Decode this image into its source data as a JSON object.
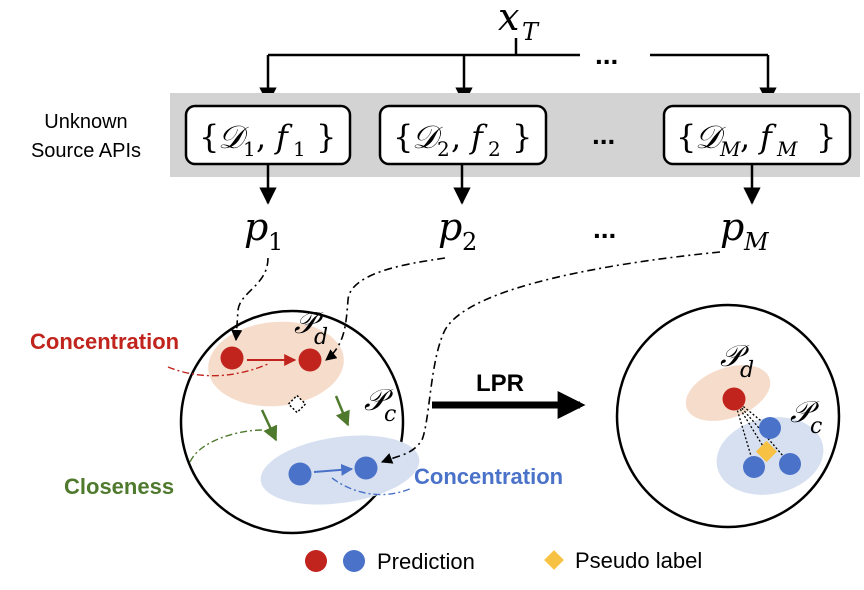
{
  "input": {
    "base": "x",
    "sub": "T"
  },
  "top_ellipsis": "...",
  "api_label": {
    "line1": "Unknown",
    "line2": "Source APIs"
  },
  "apis": [
    {
      "open": "{",
      "dset": "𝒟",
      "dsub": "1",
      "sep": ",",
      "f": "f",
      "fsub": "1",
      "close": "}"
    },
    {
      "open": "{",
      "dset": "𝒟",
      "dsub": "2",
      "sep": ",",
      "f": "f",
      "fsub": "2",
      "close": "}"
    },
    {
      "open": "{",
      "dset": "𝒟",
      "dsub": "M",
      "sep": ",",
      "f": "f",
      "fsub": "M",
      "close": "}"
    }
  ],
  "api_ellipsis": "...",
  "predictions": [
    {
      "base": "p",
      "sub": "1"
    },
    {
      "base": "p",
      "sub": "2"
    },
    {
      "base": "p",
      "sub": "M"
    }
  ],
  "pred_ellipsis": "...",
  "left_circle": {
    "pd": {
      "base": "𝒫",
      "sub": "d"
    },
    "pc": {
      "base": "𝒫",
      "sub": "c"
    },
    "concentration_red": "Concentration",
    "closeness": "Closeness",
    "concentration_blue": "Concentration"
  },
  "lpr_label": "LPR",
  "right_circle": {
    "pd": {
      "base": "𝒫",
      "sub": "d"
    },
    "pc": {
      "base": "𝒫",
      "sub": "c"
    }
  },
  "legend": {
    "prediction_label": "Prediction",
    "pseudo_label": "Pseudo label"
  },
  "colors": {
    "red_dot": "#c0241c",
    "blue_dot": "#4a72c8",
    "orange_fill": "#f6dccb",
    "blue_fill": "#d6e0f1",
    "green": "#4f7a2e",
    "red_text": "#c0241c",
    "blue_text": "#4a72c8",
    "diamond": "#f7c244",
    "grey_band": "#d3d3d3"
  }
}
